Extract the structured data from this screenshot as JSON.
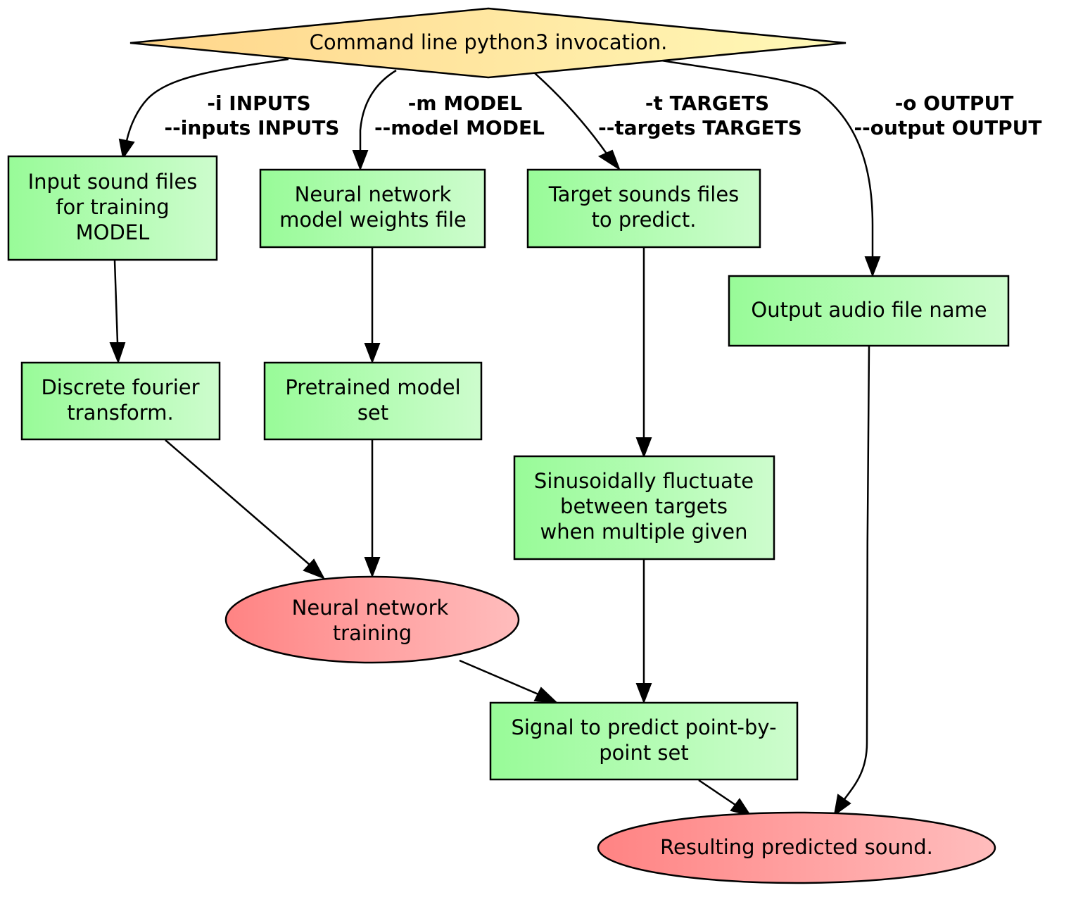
{
  "nodes": {
    "cmd": {
      "lines": [
        "Command line python3 invocation."
      ]
    },
    "input_files": {
      "lines": [
        "Input sound files",
        "for training",
        "MODEL"
      ]
    },
    "model_weights": {
      "lines": [
        "Neural network",
        "model weights file"
      ]
    },
    "target_files": {
      "lines": [
        "Target sounds files",
        "to predict."
      ]
    },
    "output_name": {
      "lines": [
        "Output audio file name"
      ]
    },
    "dft": {
      "lines": [
        "Discrete fourier",
        "transform."
      ]
    },
    "pretrained": {
      "lines": [
        "Pretrained model",
        "set"
      ]
    },
    "sinusoidal": {
      "lines": [
        "Sinusoidally fluctuate",
        "between targets",
        "when multiple given"
      ]
    },
    "nn_training": {
      "lines": [
        "Neural network",
        "training"
      ]
    },
    "signal_predict": {
      "lines": [
        "Signal to predict point-by-",
        "point set"
      ]
    },
    "result": {
      "lines": [
        "Resulting predicted sound."
      ]
    }
  },
  "edge_labels": {
    "inputs": [
      "-i INPUTS",
      "--inputs INPUTS"
    ],
    "model": [
      "-m MODEL",
      "--model MODEL"
    ],
    "targets": [
      "-t TARGETS",
      "--targets TARGETS"
    ],
    "output": [
      "-o OUTPUT",
      "--output OUTPUT"
    ]
  },
  "colors": {
    "diamond_start": "#ffd58a",
    "diamond_end": "#fff9b8",
    "box_start": "#98fb98",
    "box_end": "#cdfccd",
    "ellipse_start": "#ff8383",
    "ellipse_end": "#ffbdbd"
  }
}
